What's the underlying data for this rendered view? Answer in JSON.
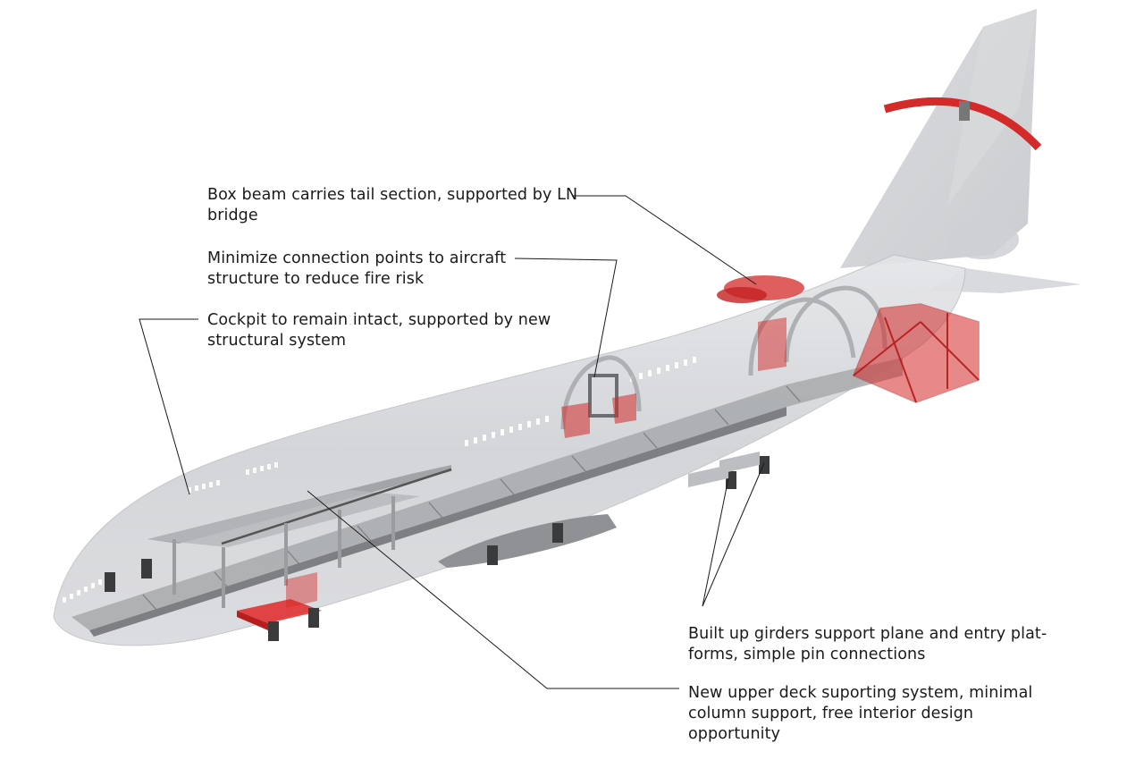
{
  "annotations": [
    {
      "id": "tail-box-beam",
      "lines": [
        "Box beam carries tail section, supported by LN",
        "bridge"
      ]
    },
    {
      "id": "connection-points",
      "lines": [
        "Minimize connection points to aircraft",
        "structure to reduce fire risk"
      ]
    },
    {
      "id": "cockpit",
      "lines": [
        "Cockpit to remain intact, supported by new",
        "structural system"
      ]
    },
    {
      "id": "girders",
      "lines": [
        "Built up girders support plane and entry plat-",
        "forms, simple pin connections"
      ]
    },
    {
      "id": "upper-deck",
      "lines": [
        "New upper deck suporting system, minimal",
        "column support, free interior design",
        "opportunity"
      ]
    }
  ],
  "colors": {
    "accent_red": "#d42a2a",
    "fuselage": "#c9cbcf",
    "structure": "#8e9093",
    "leader_line": "#1a1a1a"
  }
}
